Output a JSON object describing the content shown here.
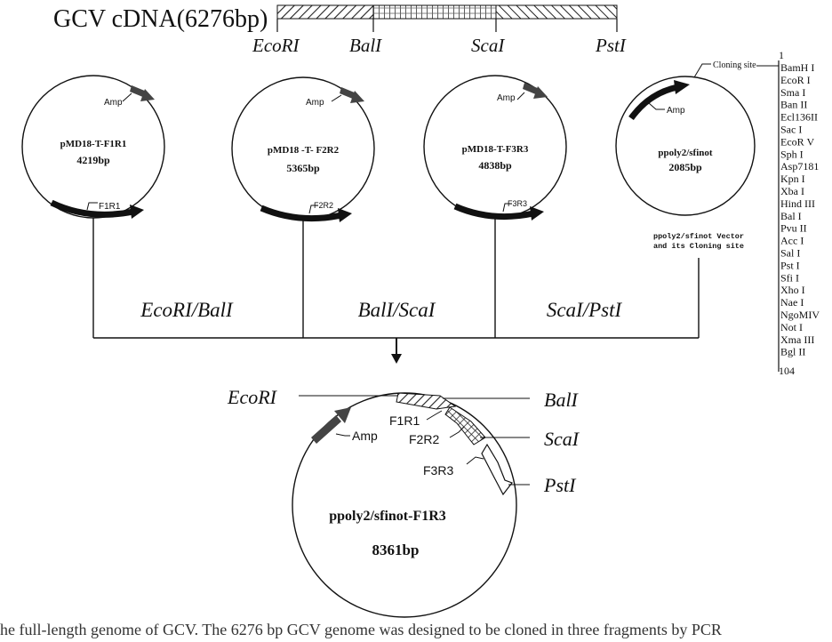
{
  "header": {
    "title": "GCV cDNA(6276bp)",
    "sites": [
      "EcoRI",
      "BalI",
      "ScaI",
      "PstI"
    ]
  },
  "plasmids": [
    {
      "name": "pMD18-T-F1R1",
      "size": "4219bp",
      "marker": "Amp",
      "insert": "F1R1"
    },
    {
      "name": "pMD18 -T- F2R2",
      "size": "5365bp",
      "marker": "Amp",
      "insert": "F2R2"
    },
    {
      "name": "pMD18-T-F3R3",
      "size": "4838bp",
      "marker": "Amp",
      "insert": "F3R3"
    },
    {
      "name": "ppoly2/sfinot",
      "size": "2085bp",
      "marker": "Amp",
      "caption_line1": "ppoly2/sfinot Vector",
      "caption_line2": "and its Cloning site",
      "cloning_label": "Cloning site"
    }
  ],
  "cloning_sites": {
    "start": "1",
    "items": [
      "BamH I",
      "EcoR I",
      "Sma I",
      "Ban II",
      "Ecl136II",
      "Sac I",
      "EcoR V",
      "Sph I",
      "Asp7181",
      "Kpn I",
      "Xba I",
      "Hind III",
      "Bal I",
      "Pvu II",
      "Acc I",
      "Sal I",
      "Pst I",
      "Sfi I",
      "Xho I",
      "Nae I",
      "NgoMIV",
      "Not I",
      "Xma III",
      "Bgl II"
    ],
    "end": "104"
  },
  "digests": [
    "EcoRI/BalI",
    "BalI/ScaI",
    "ScaI/PstI"
  ],
  "final_plasmid": {
    "name": "ppoly2/sfinot-F1R3",
    "size": "8361bp",
    "marker": "Amp",
    "segments": [
      "F1R1",
      "F2R2",
      "F3R3"
    ],
    "sites": [
      "EcoRI",
      "BalI",
      "ScaI",
      "PstI"
    ]
  },
  "caption": "he full-length genome of GCV. The 6276 bp GCV genome was designed to be cloned in three fragments by PCR"
}
